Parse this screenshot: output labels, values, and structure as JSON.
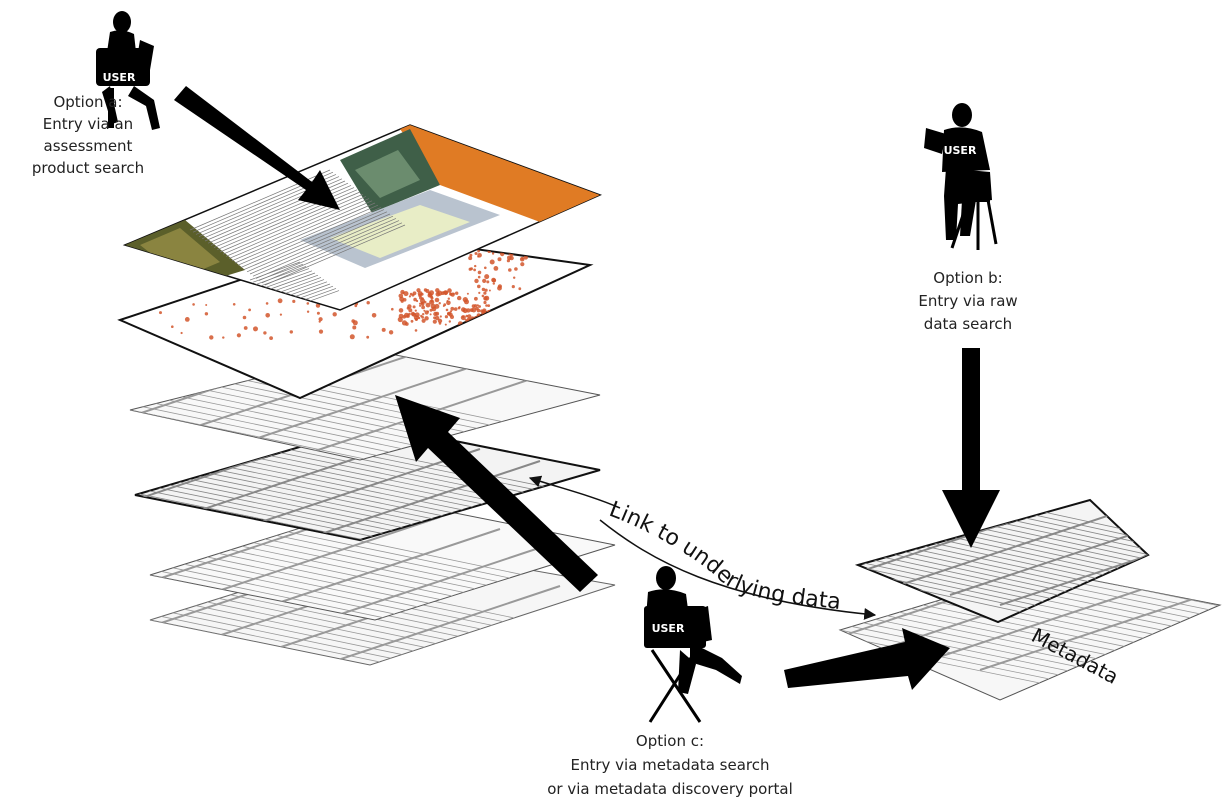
{
  "users": {
    "user_a_label": "USER",
    "user_b_label": "USER",
    "user_c_label": "USER"
  },
  "options": {
    "a": [
      "Option a:",
      "Entry via an",
      "assessment",
      "product search"
    ],
    "b": [
      "Option b:",
      "Entry via raw",
      "data search"
    ],
    "c": [
      "Option c:",
      "Entry via metadata search",
      "or via metadata discovery portal"
    ]
  },
  "link_label": "Link to underlying data",
  "metadata_label": "Metadata",
  "colors": {
    "product_banner": "#e07b24",
    "map_land": "#b9c3cf",
    "scatter_points": "#d2562c",
    "arrow": "#000000"
  }
}
